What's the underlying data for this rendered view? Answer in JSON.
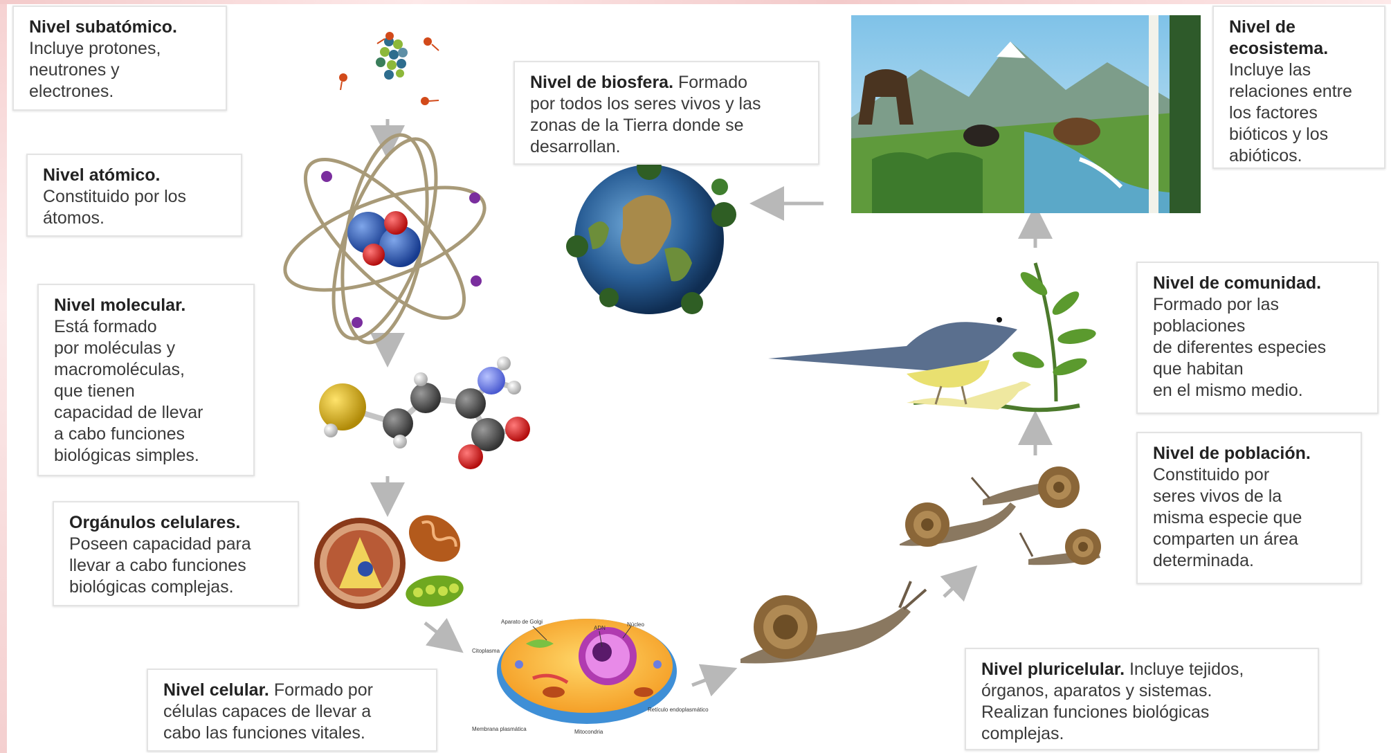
{
  "levels": {
    "subatomico": {
      "title": "Nivel subatómico.",
      "text": "Incluye protones,\nneutrones y\nelectrones."
    },
    "atomico": {
      "title": "Nivel atómico.",
      "text": "Constituido por los\nátomos."
    },
    "molecular": {
      "title": "Nivel molecular.",
      "text": "Está formado\npor moléculas y\nmacromoléculas,\nque tienen\ncapacidad de llevar\na cabo funciones\nbiológicas simples."
    },
    "organulos": {
      "title": "Orgánulos celulares.",
      "text": "Poseen capacidad para\nllevar a cabo funciones\nbiológicas complejas."
    },
    "celular": {
      "title": "Nivel celular.",
      "text": "Formado por\ncélulas capaces de llevar a\ncabo las funciones vitales."
    },
    "pluricelular": {
      "title": "Nivel pluricelular.",
      "text": "Incluye tejidos,\nórganos, aparatos y sistemas.\nRealizan funciones biológicas\ncomplejas."
    },
    "poblacion": {
      "title": "Nivel de población.",
      "text": "Constituido por\nseres vivos de la\nmisma especie que\ncomparten un área\ndeterminada."
    },
    "comunidad": {
      "title": "Nivel de comunidad.",
      "text": "Formado por las\npoblaciones\nde diferentes especies\nque habitan\nen el mismo medio."
    },
    "ecosistema": {
      "title": "Nivel de\necosistema.",
      "text": "Incluye las\nrelaciones entre\nlos factores\nbióticos y los\nabióticos."
    },
    "biosfera": {
      "title": "Nivel de biosfera.",
      "text": "Formado\npor todos los seres vivos y las\nzonas de la Tierra donde se\ndesarrollan."
    }
  },
  "cell_labels": {
    "golgi": "Aparato de Golgi",
    "adn": "ADN",
    "nucleo": "Núcleo",
    "citoplasma": "Citoplasma",
    "membrana": "Membrana plasmática",
    "mitocondria": "Mitocondria",
    "reticulo": "Retículo endoplasmático"
  },
  "colors": {
    "arrow": "#b8b8b8",
    "box_border": "#e3e3e3",
    "title_text": "#222222",
    "body_text": "#3a3a3a"
  }
}
